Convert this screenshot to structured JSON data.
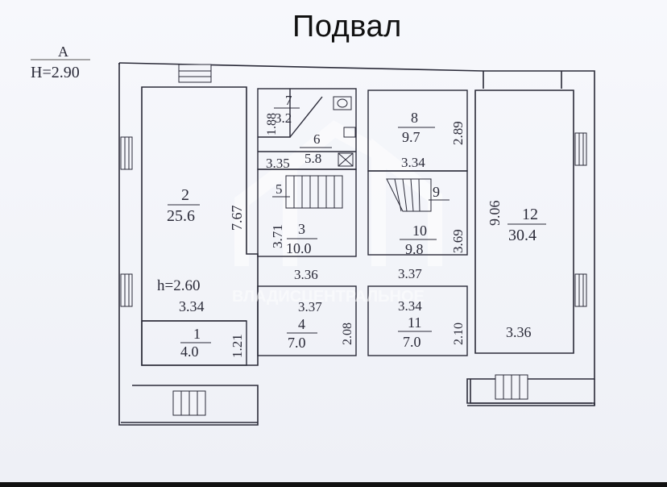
{
  "title": "Подвал",
  "section": {
    "letter": "A",
    "height": "H=2.90"
  },
  "watermark": "ВЛАДИСЦЕНТРАЛЬНОЕ",
  "colors": {
    "wall": "#2a2a38",
    "paper": "#f3f4f9"
  },
  "rooms": [
    {
      "num": "1",
      "area": "4.0"
    },
    {
      "num": "2",
      "area": "25.6"
    },
    {
      "num": "3",
      "area": "10.0"
    },
    {
      "num": "4",
      "area": "7.0"
    },
    {
      "num": "5",
      "area": ""
    },
    {
      "num": "6",
      "area": "5.8"
    },
    {
      "num": "7",
      "area": "3.2"
    },
    {
      "num": "8",
      "area": "9.7"
    },
    {
      "num": "9",
      "area": ""
    },
    {
      "num": "10",
      "area": "9.8"
    },
    {
      "num": "11",
      "area": "7.0"
    },
    {
      "num": "12",
      "area": "30.4"
    }
  ],
  "dims": {
    "d767": "7.67",
    "h260": "h=2.60",
    "d334a": "3.34",
    "d121": "1.21",
    "d188": "1.88",
    "d335": "3.35",
    "d371": "3.71",
    "d336a": "3.36",
    "d337a": "3.37",
    "d208": "2.08",
    "d289": "2.89",
    "d334b": "3.34",
    "d369": "3.69",
    "d337b": "3.37",
    "d334c": "3.34",
    "d210": "2.10",
    "d906": "9.06",
    "d336b": "3.36"
  }
}
